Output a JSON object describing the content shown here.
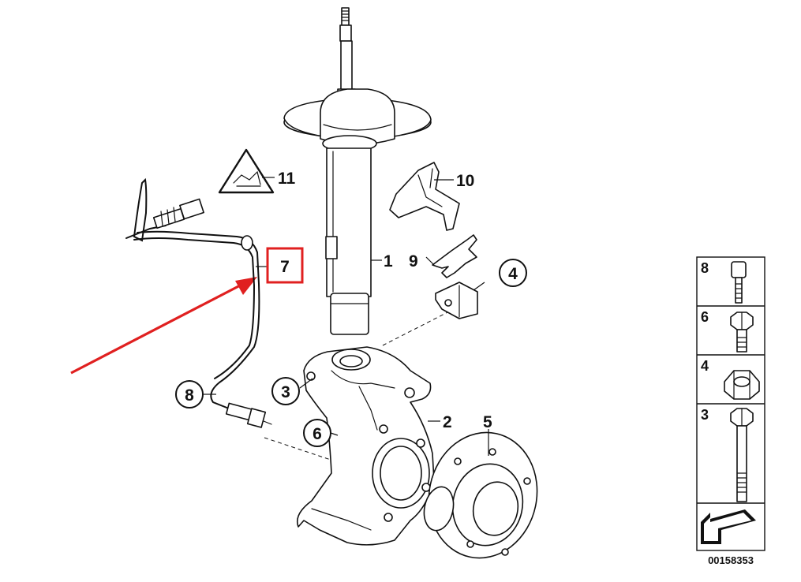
{
  "diagram": {
    "callouts": [
      "1",
      "2",
      "3",
      "4",
      "5",
      "6",
      "7",
      "8",
      "9",
      "10",
      "11"
    ],
    "highlight": {
      "label": "7",
      "color": "#e02020"
    },
    "arrow_color": "#e02020",
    "legend": {
      "rows": [
        {
          "label": "8",
          "icon": "socket-head-screw-icon"
        },
        {
          "label": "6",
          "icon": "hex-bolt-short-icon"
        },
        {
          "label": "4",
          "icon": "hex-flange-nut-icon"
        },
        {
          "label": "3",
          "icon": "hex-bolt-long-icon"
        }
      ],
      "footer_icon": "direction-arrow-icon"
    },
    "diagram_code": "00158353"
  }
}
